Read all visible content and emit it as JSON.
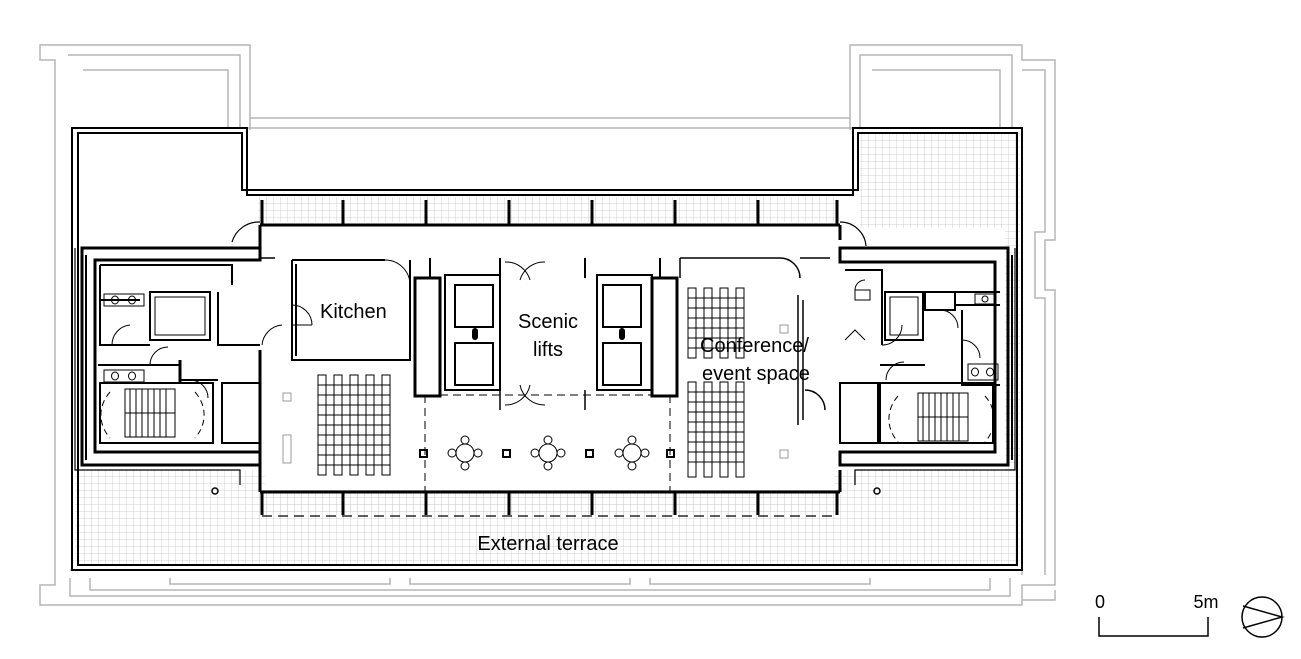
{
  "labels": {
    "kitchen": "Kitchen",
    "scenic_lifts": [
      "Scenic",
      "lifts"
    ],
    "conference": [
      "Conference/",
      "event space"
    ],
    "external_terrace": "External terrace"
  },
  "scale_bar": {
    "start": "0",
    "end": "5m"
  },
  "north_arrow": "north-arrow",
  "colors": {
    "line": "#000000",
    "outline": "#b5b5b5",
    "grid": "#c4c4c4",
    "background": "#ffffff"
  }
}
